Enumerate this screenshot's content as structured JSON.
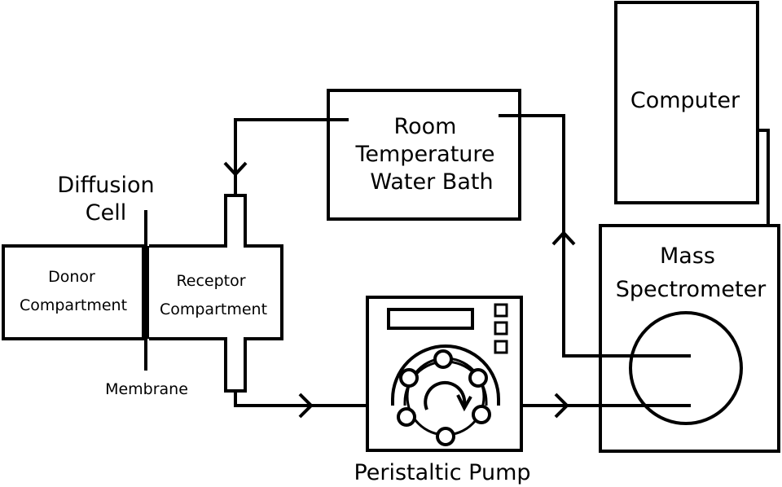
{
  "labels": {
    "diffusion_cell_line1": "Diffusion",
    "diffusion_cell_line2": "Cell",
    "donor_line1": "Donor",
    "donor_line2": "Compartment",
    "receptor_line1": "Receptor",
    "receptor_line2": "Compartment",
    "membrane": "Membrane",
    "water_bath_line1": "Room",
    "water_bath_line2": "Temperature",
    "water_bath_line3": "Water Bath",
    "computer": "Computer",
    "mass_spec_line1": "Mass",
    "mass_spec_line2": "Spectrometer",
    "pump": "Peristaltic Pump"
  },
  "colors": {
    "background": "#ffffff",
    "stroke": "#000000"
  }
}
